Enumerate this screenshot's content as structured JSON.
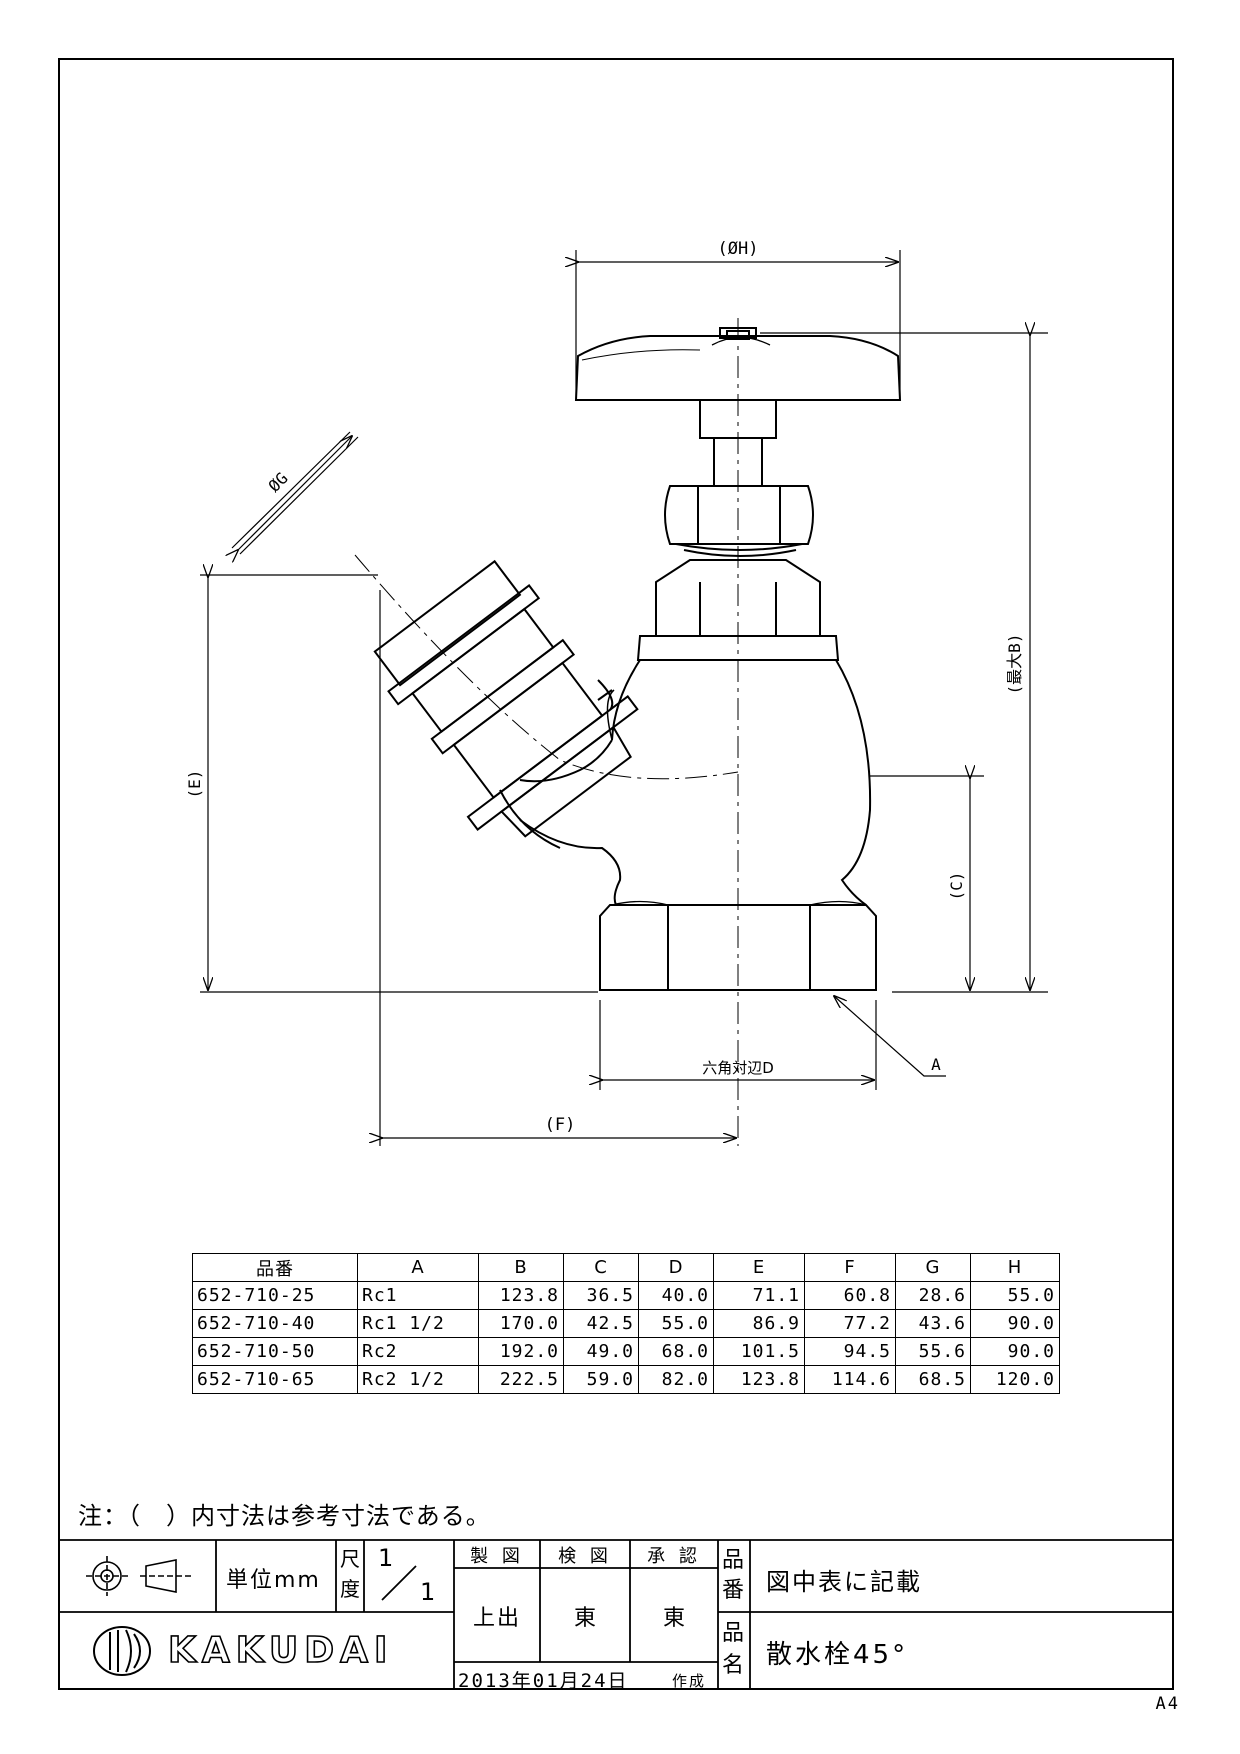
{
  "drawing": {
    "labels": {
      "dia_h": "(ØH)",
      "dia_g": "ØG",
      "max_b": "(最大B)",
      "dim_e": "(E)",
      "dim_c": "(C)",
      "hex_d": "六角対辺D",
      "dim_a": "A",
      "dim_f": "(F)"
    }
  },
  "table": {
    "headers": [
      "品番",
      "A",
      "B",
      "C",
      "D",
      "E",
      "F",
      "G",
      "H"
    ],
    "rows": [
      [
        "652-710-25",
        "Rc1",
        "123.8",
        "36.5",
        "40.0",
        "71.1",
        "60.8",
        "28.6",
        "55.0"
      ],
      [
        "652-710-40",
        "Rc1 1/2",
        "170.0",
        "42.5",
        "55.0",
        "86.9",
        "77.2",
        "43.6",
        "90.0"
      ],
      [
        "652-710-50",
        "Rc2",
        "192.0",
        "49.0",
        "68.0",
        "101.5",
        "94.5",
        "55.6",
        "90.0"
      ],
      [
        "652-710-65",
        "Rc2 1/2",
        "222.5",
        "59.0",
        "82.0",
        "123.8",
        "114.6",
        "68.5",
        "120.0"
      ]
    ]
  },
  "note": "注：（　）内寸法は参考寸法である。",
  "title_block": {
    "unit": "単位mm",
    "scale_label": "尺度",
    "scale_num": "1",
    "scale_den": "1",
    "drawn_label": "製 図",
    "checked_label": "検 図",
    "approved_label": "承 認",
    "drawn_by": "上出",
    "checked_by": "東",
    "approved_by": "東",
    "part_no_label": "品番",
    "part_no_value": "図中表に記載",
    "part_name_label": "品名",
    "part_name_value": "散水栓45°",
    "company": "KAKUDAI",
    "date": "2013年01月24日",
    "created": "作成"
  },
  "sheet_size": "A4"
}
